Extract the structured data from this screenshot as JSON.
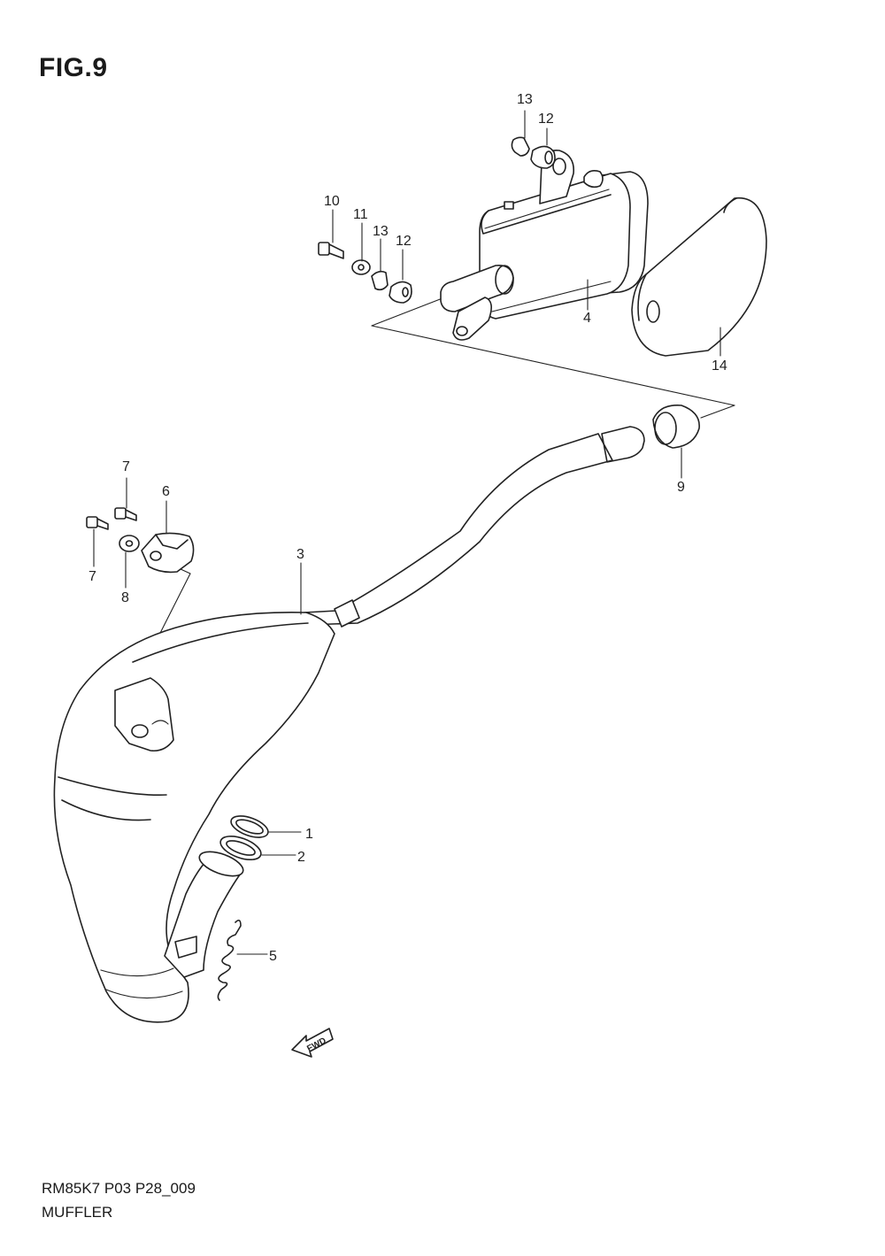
{
  "figure": {
    "title": "FIG.9",
    "code": "RM85K7 P03 P28_009",
    "name": "MUFFLER"
  },
  "callouts": [
    "1",
    "2",
    "3",
    "4",
    "5",
    "6",
    "7",
    "7",
    "8",
    "9",
    "10",
    "11",
    "12",
    "12",
    "13",
    "13",
    "14"
  ],
  "fwd_label": "FWD",
  "icons": [
    "bolt-icon",
    "washer-icon",
    "collar-icon",
    "grommet-icon",
    "muffler-body-icon",
    "silencer-wool-icon",
    "exhaust-pipe-icon",
    "gasket-icon",
    "spring-icon",
    "bracket-icon",
    "fwd-arrow-icon"
  ]
}
